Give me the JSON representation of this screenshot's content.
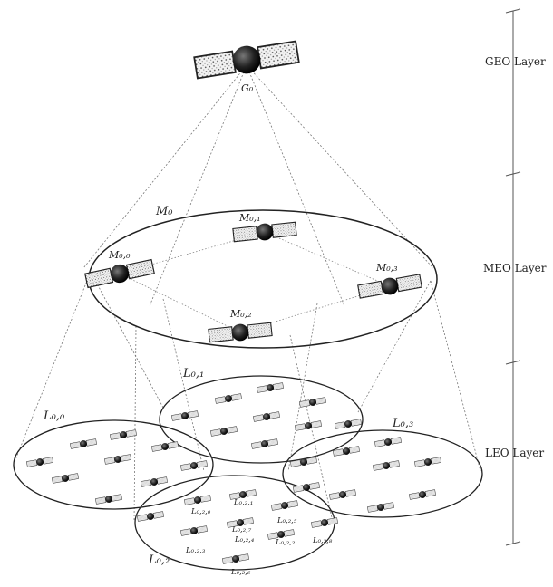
{
  "layers": {
    "geo": "GEO Layer",
    "meo": "MEO Layer",
    "leo": "LEO Layer"
  },
  "geo": {
    "label": "G₀"
  },
  "meo": {
    "group_label": "M₀",
    "sats": [
      {
        "label": "M₀,₀"
      },
      {
        "label": "M₀,₁"
      },
      {
        "label": "M₀,₂"
      },
      {
        "label": "M₀,₃"
      }
    ]
  },
  "leo": {
    "groups": [
      {
        "label": "L₀,₀"
      },
      {
        "label": "L₀,₁"
      },
      {
        "label": "L₀,₂"
      },
      {
        "label": "L₀,₃"
      }
    ],
    "l02_sats": [
      {
        "label": "L₀,₂,₀"
      },
      {
        "label": "L₀,₂,₁"
      },
      {
        "label": "L₀,₂,₂"
      },
      {
        "label": "L₀,₂,₃"
      },
      {
        "label": "L₀,₂,₄"
      },
      {
        "label": "L₀,₂,₅"
      },
      {
        "label": "L₀,₂,₆"
      },
      {
        "label": "L₀,₂,₇"
      },
      {
        "label": "L₀,₂,₈"
      }
    ]
  }
}
